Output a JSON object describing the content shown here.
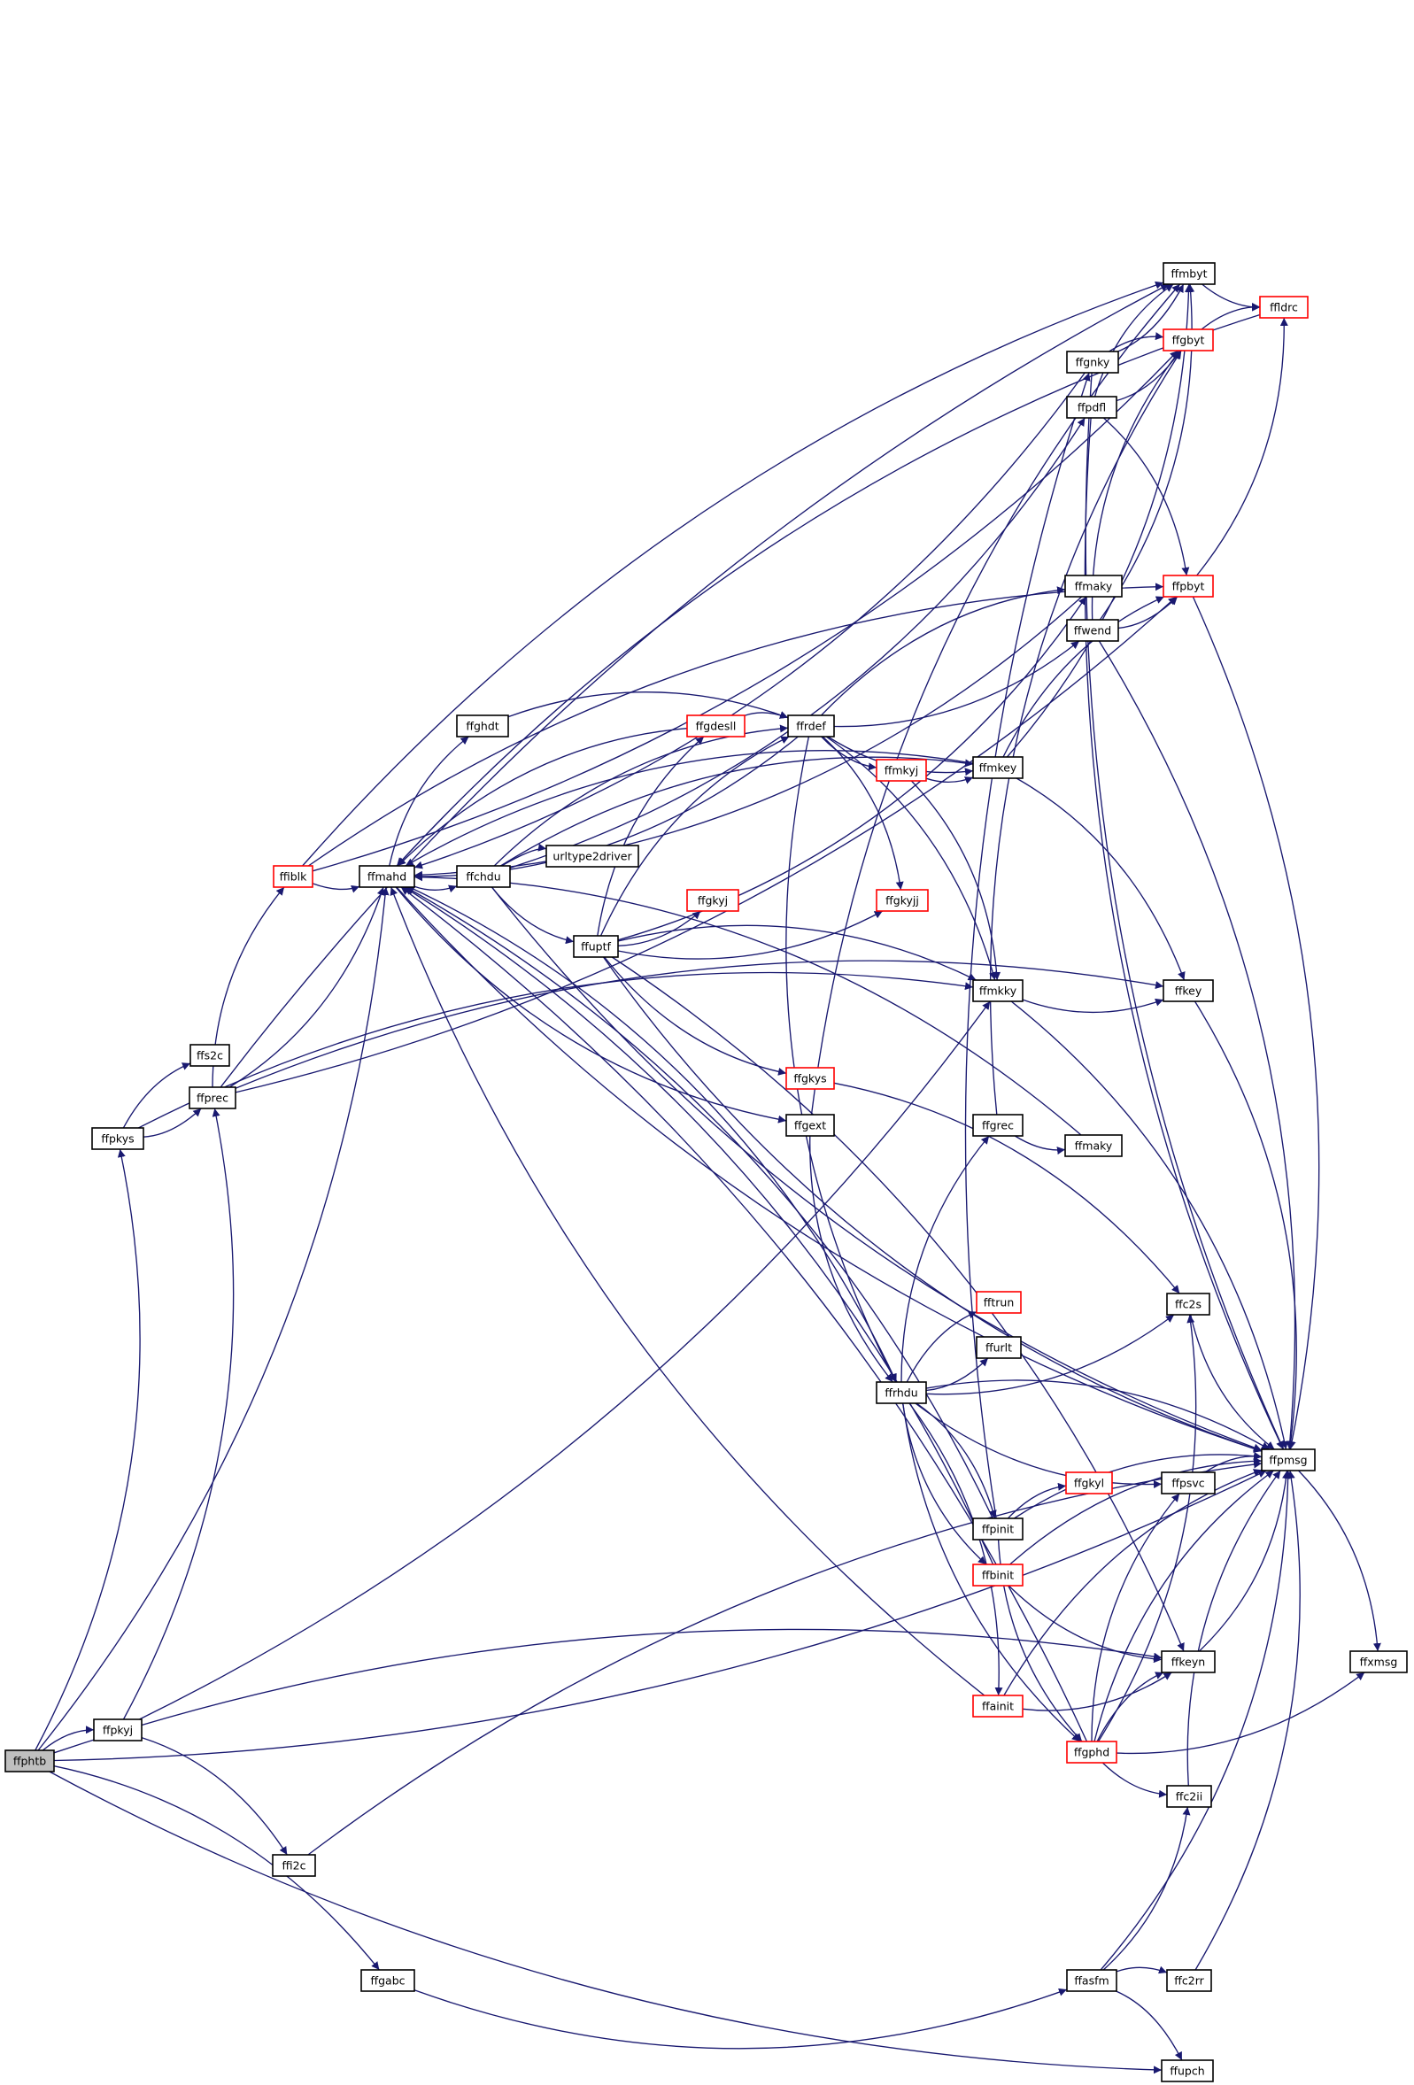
{
  "colors": {
    "edge": "#191970",
    "node_border": "#000000",
    "node_border_incomplete": "#ff0000",
    "root_fill": "#bfbfbf",
    "node_fill": "#ffffff"
  },
  "nodes": [
    {
      "id": "ffphtb",
      "label": "ffphtb",
      "root": true
    },
    {
      "id": "ffpkys",
      "label": "ffpkys"
    },
    {
      "id": "ffpkyj",
      "label": "ffpkyj"
    },
    {
      "id": "ffs2c",
      "label": "ffs2c"
    },
    {
      "id": "ffprec",
      "label": "ffprec"
    },
    {
      "id": "ffi2c",
      "label": "ffi2c"
    },
    {
      "id": "ffgabc",
      "label": "ffgabc"
    },
    {
      "id": "ffiblk",
      "label": "ffiblk",
      "red": true
    },
    {
      "id": "ffmahd",
      "label": "ffmahd"
    },
    {
      "id": "ffchdu",
      "label": "ffchdu"
    },
    {
      "id": "ffghdt",
      "label": "ffghdt"
    },
    {
      "id": "urltype2driver",
      "label": "urltype2driver"
    },
    {
      "id": "ffuptf",
      "label": "ffuptf"
    },
    {
      "id": "ffgdesll",
      "label": "ffgdesll",
      "red": true
    },
    {
      "id": "ffgkyj_1",
      "label": "ffgkyj",
      "red": true
    },
    {
      "id": "ffgkys",
      "label": "ffgkys",
      "red": true
    },
    {
      "id": "ffgext",
      "label": "ffgext"
    },
    {
      "id": "ffrdef",
      "label": "ffrdef"
    },
    {
      "id": "ffmkyj",
      "label": "ffmkyj",
      "red": true
    },
    {
      "id": "ffgkyjj",
      "label": "ffgkyjj",
      "red": true
    },
    {
      "id": "ffrhdu",
      "label": "ffrhdu"
    },
    {
      "id": "ffmkey",
      "label": "ffmkey"
    },
    {
      "id": "ffmkky",
      "label": "ffmkky"
    },
    {
      "id": "ffgrec",
      "label": "ffgrec"
    },
    {
      "id": "fftrun",
      "label": "fftrun",
      "red": true
    },
    {
      "id": "ffurlt",
      "label": "ffurlt"
    },
    {
      "id": "ffpinit",
      "label": "ffpinit"
    },
    {
      "id": "ffbinit",
      "label": "ffbinit",
      "red": true
    },
    {
      "id": "ffainit",
      "label": "ffainit",
      "red": true
    },
    {
      "id": "ffgkyl",
      "label": "ffgkyl",
      "red": true
    },
    {
      "id": "ffgnky",
      "label": "ffgnky"
    },
    {
      "id": "ffpdfl",
      "label": "ffpdfl"
    },
    {
      "id": "ffmaky_1",
      "label": "ffmaky"
    },
    {
      "id": "ffwend",
      "label": "ffwend"
    },
    {
      "id": "ffmaky_2",
      "label": "ffmaky"
    },
    {
      "id": "ffgphd",
      "label": "ffgphd",
      "red": true
    },
    {
      "id": "ffasfm",
      "label": "ffasfm"
    },
    {
      "id": "ffmbyt",
      "label": "ffmbyt"
    },
    {
      "id": "ffgbyt",
      "label": "ffgbyt",
      "red": true
    },
    {
      "id": "ffpbyt",
      "label": "ffpbyt",
      "red": true
    },
    {
      "id": "ffkey",
      "label": "ffkey"
    },
    {
      "id": "ffc2s",
      "label": "ffc2s"
    },
    {
      "id": "ffpsvc",
      "label": "ffpsvc"
    },
    {
      "id": "ffkeyn",
      "label": "ffkeyn"
    },
    {
      "id": "ffc2ii",
      "label": "ffc2ii"
    },
    {
      "id": "ffc2rr",
      "label": "ffc2rr"
    },
    {
      "id": "ffupch",
      "label": "ffupch"
    },
    {
      "id": "ffldrc",
      "label": "ffldrc",
      "red": true
    },
    {
      "id": "ffpmsg",
      "label": "ffpmsg"
    },
    {
      "id": "ffxmsg",
      "label": "ffxmsg"
    }
  ],
  "edges": [
    [
      "ffphtb",
      "ffpkys"
    ],
    [
      "ffphtb",
      "ffpkyj"
    ],
    [
      "ffphtb",
      "ffmahd"
    ],
    [
      "ffphtb",
      "ffkeyn"
    ],
    [
      "ffphtb",
      "ffpmsg"
    ],
    [
      "ffphtb",
      "ffgabc"
    ],
    [
      "ffphtb",
      "ffupch"
    ],
    [
      "ffpkys",
      "ffs2c"
    ],
    [
      "ffpkys",
      "ffprec"
    ],
    [
      "ffpkys",
      "ffmkky"
    ],
    [
      "ffpkyj",
      "ffprec"
    ],
    [
      "ffpkyj",
      "ffi2c"
    ],
    [
      "ffpkyj",
      "ffmkky"
    ],
    [
      "ffprec",
      "ffiblk"
    ],
    [
      "ffprec",
      "ffmahd"
    ],
    [
      "ffprec",
      "ffmbyt"
    ],
    [
      "ffprec",
      "ffpbyt"
    ],
    [
      "ffprec",
      "ffkey"
    ],
    [
      "ffiblk",
      "ffmahd"
    ],
    [
      "ffiblk",
      "ffmbyt"
    ],
    [
      "ffiblk",
      "ffgbyt"
    ],
    [
      "ffiblk",
      "ffpbyt"
    ],
    [
      "ffmahd",
      "ffchdu"
    ],
    [
      "ffmahd",
      "ffghdt"
    ],
    [
      "ffmahd",
      "ffgext"
    ],
    [
      "ffmahd",
      "ffrhdu"
    ],
    [
      "ffmahd",
      "ffpmsg"
    ],
    [
      "ffchdu",
      "urltype2driver"
    ],
    [
      "ffchdu",
      "ffuptf"
    ],
    [
      "ffchdu",
      "ffrdef"
    ],
    [
      "ffchdu",
      "ffpdfl"
    ],
    [
      "ffchdu",
      "ffmkey"
    ],
    [
      "ffchdu",
      "ffpmsg"
    ],
    [
      "ffghdt",
      "ffrdef"
    ],
    [
      "ffuptf",
      "ffgkyj_1"
    ],
    [
      "ffuptf",
      "ffgdesll"
    ],
    [
      "ffuptf",
      "ffgkys"
    ],
    [
      "ffuptf",
      "ffrdef"
    ],
    [
      "ffuptf",
      "ffgkyjj"
    ],
    [
      "ffuptf",
      "ffmkky"
    ],
    [
      "ffuptf",
      "ffmaky_1"
    ],
    [
      "ffuptf",
      "ffkeyn"
    ],
    [
      "ffuptf",
      "ffpmsg"
    ],
    [
      "ffgdesll",
      "ffrdef"
    ],
    [
      "ffgdesll",
      "ffmahd"
    ],
    [
      "ffgkys",
      "ffc2s"
    ],
    [
      "ffgext",
      "ffrhdu"
    ],
    [
      "ffgext",
      "ffmbyt"
    ],
    [
      "ffrdef",
      "ffmkyj"
    ],
    [
      "ffrdef",
      "ffgkyjj"
    ],
    [
      "ffrdef",
      "ffmkey"
    ],
    [
      "ffrdef",
      "ffmkky"
    ],
    [
      "ffrdef",
      "ffrhdu"
    ],
    [
      "ffrdef",
      "ffmaky_1"
    ],
    [
      "ffrdef",
      "ffwend"
    ],
    [
      "ffrdef",
      "ffmahd"
    ],
    [
      "ffmkyj",
      "ffmkey"
    ],
    [
      "ffmkyj",
      "ffmkky"
    ],
    [
      "ffmkey",
      "ffmahd"
    ],
    [
      "ffmkey",
      "ffkey"
    ],
    [
      "ffmkey",
      "ffmbyt"
    ],
    [
      "ffmkey",
      "ffpbyt"
    ],
    [
      "ffmkky",
      "ffkey"
    ],
    [
      "ffmkky",
      "ffpmsg"
    ],
    [
      "ffgrec",
      "ffmaky_2"
    ],
    [
      "ffgrec",
      "ffgbyt"
    ],
    [
      "ffmaky_2",
      "ffmahd"
    ],
    [
      "ffrhdu",
      "fftrun"
    ],
    [
      "ffrhdu",
      "ffurlt"
    ],
    [
      "ffrhdu",
      "ffgrec"
    ],
    [
      "ffrhdu",
      "ffc2s"
    ],
    [
      "ffrhdu",
      "ffpmsg"
    ],
    [
      "ffrhdu",
      "ffpsvc"
    ],
    [
      "ffrhdu",
      "ffpinit"
    ],
    [
      "ffrhdu",
      "ffbinit"
    ],
    [
      "ffrhdu",
      "ffainit"
    ],
    [
      "ffrhdu",
      "ffgphd"
    ],
    [
      "ffpinit",
      "ffgkyl"
    ],
    [
      "ffpinit",
      "ffmahd"
    ],
    [
      "ffpinit",
      "ffpmsg"
    ],
    [
      "ffpinit",
      "ffgphd"
    ],
    [
      "ffpinit",
      "ffgnky"
    ],
    [
      "ffbinit",
      "ffmahd"
    ],
    [
      "ffbinit",
      "ffpmsg"
    ],
    [
      "ffbinit",
      "ffkeyn"
    ],
    [
      "ffainit",
      "ffmahd"
    ],
    [
      "ffainit",
      "ffkeyn"
    ],
    [
      "ffainit",
      "ffpmsg"
    ],
    [
      "ffgphd",
      "ffmahd"
    ],
    [
      "ffgphd",
      "ffkeyn"
    ],
    [
      "ffgphd",
      "ffc2s"
    ],
    [
      "ffgphd",
      "ffpsvc"
    ],
    [
      "ffgphd",
      "ffc2ii"
    ],
    [
      "ffgphd",
      "ffpmsg"
    ],
    [
      "ffgphd",
      "ffxmsg"
    ],
    [
      "ffgnky",
      "ffmahd"
    ],
    [
      "ffgnky",
      "ffmbyt"
    ],
    [
      "ffgnky",
      "ffgbyt"
    ],
    [
      "ffgnky",
      "ffpmsg"
    ],
    [
      "ffpdfl",
      "ffmbyt"
    ],
    [
      "ffpdfl",
      "ffgbyt"
    ],
    [
      "ffpdfl",
      "ffpbyt"
    ],
    [
      "ffpdfl",
      "ffpmsg"
    ],
    [
      "ffmaky_1",
      "ffmahd"
    ],
    [
      "ffwend",
      "ffmbyt"
    ],
    [
      "ffwend",
      "ffgbyt"
    ],
    [
      "ffwend",
      "ffpbyt"
    ],
    [
      "ffwend",
      "ffpmsg"
    ],
    [
      "ffmbyt",
      "ffldrc"
    ],
    [
      "ffgbyt",
      "ffldrc"
    ],
    [
      "ffpbyt",
      "ffldrc"
    ],
    [
      "ffpbyt",
      "ffpmsg"
    ],
    [
      "ffldrc",
      "ffmahd"
    ],
    [
      "ffkey",
      "ffpmsg"
    ],
    [
      "ffc2s",
      "ffpmsg"
    ],
    [
      "ffpsvc",
      "ffpmsg"
    ],
    [
      "ffkeyn",
      "ffpmsg"
    ],
    [
      "ffc2ii",
      "ffpmsg"
    ],
    [
      "ffc2rr",
      "ffpmsg"
    ],
    [
      "ffi2c",
      "ffpmsg"
    ],
    [
      "ffgabc",
      "ffasfm"
    ],
    [
      "ffasfm",
      "ffc2rr"
    ],
    [
      "ffasfm",
      "ffc2ii"
    ],
    [
      "ffasfm",
      "ffupch"
    ],
    [
      "ffasfm",
      "ffpmsg"
    ],
    [
      "ffpmsg",
      "ffxmsg"
    ]
  ]
}
